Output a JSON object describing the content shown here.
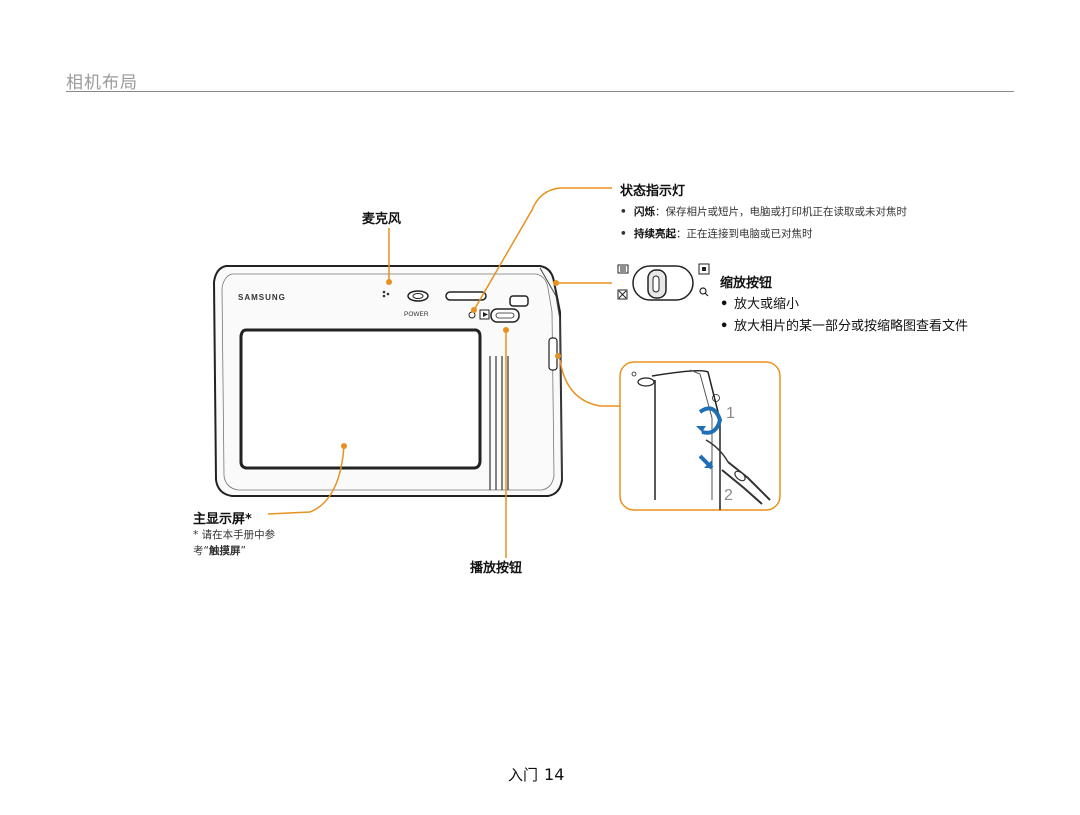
{
  "section_title": "相机布局",
  "labels": {
    "microphone": "麦克风",
    "status_lamp": "状态指示灯",
    "zoom_button": "缩放按钮",
    "main_display": "主显示屏*",
    "playback_button": "播放按钮"
  },
  "status_lamp_items": [
    {
      "term": "闪烁",
      "text": "：保存相片或短片，电脑或打印机正在读取或未对焦时"
    },
    {
      "term": "持续亮起",
      "text": "：正在连接到电脑或已对焦时"
    }
  ],
  "zoom_items": [
    "放大或缩小",
    "放大相片的某一部分或按缩略图查看文件"
  ],
  "display_note": {
    "line1": "* 请在本手册中参",
    "line2_prefix": "考“",
    "line2_term": "触摸屏",
    "line2_suffix": "”"
  },
  "camera": {
    "brand": "SAMSUNG",
    "power_label": "POWER"
  },
  "strap_steps": [
    "1",
    "2"
  ],
  "footer": {
    "section": "入门",
    "page": "14"
  },
  "colors": {
    "callout": "#e8911e",
    "accent_blue": "#1e6fb5"
  }
}
